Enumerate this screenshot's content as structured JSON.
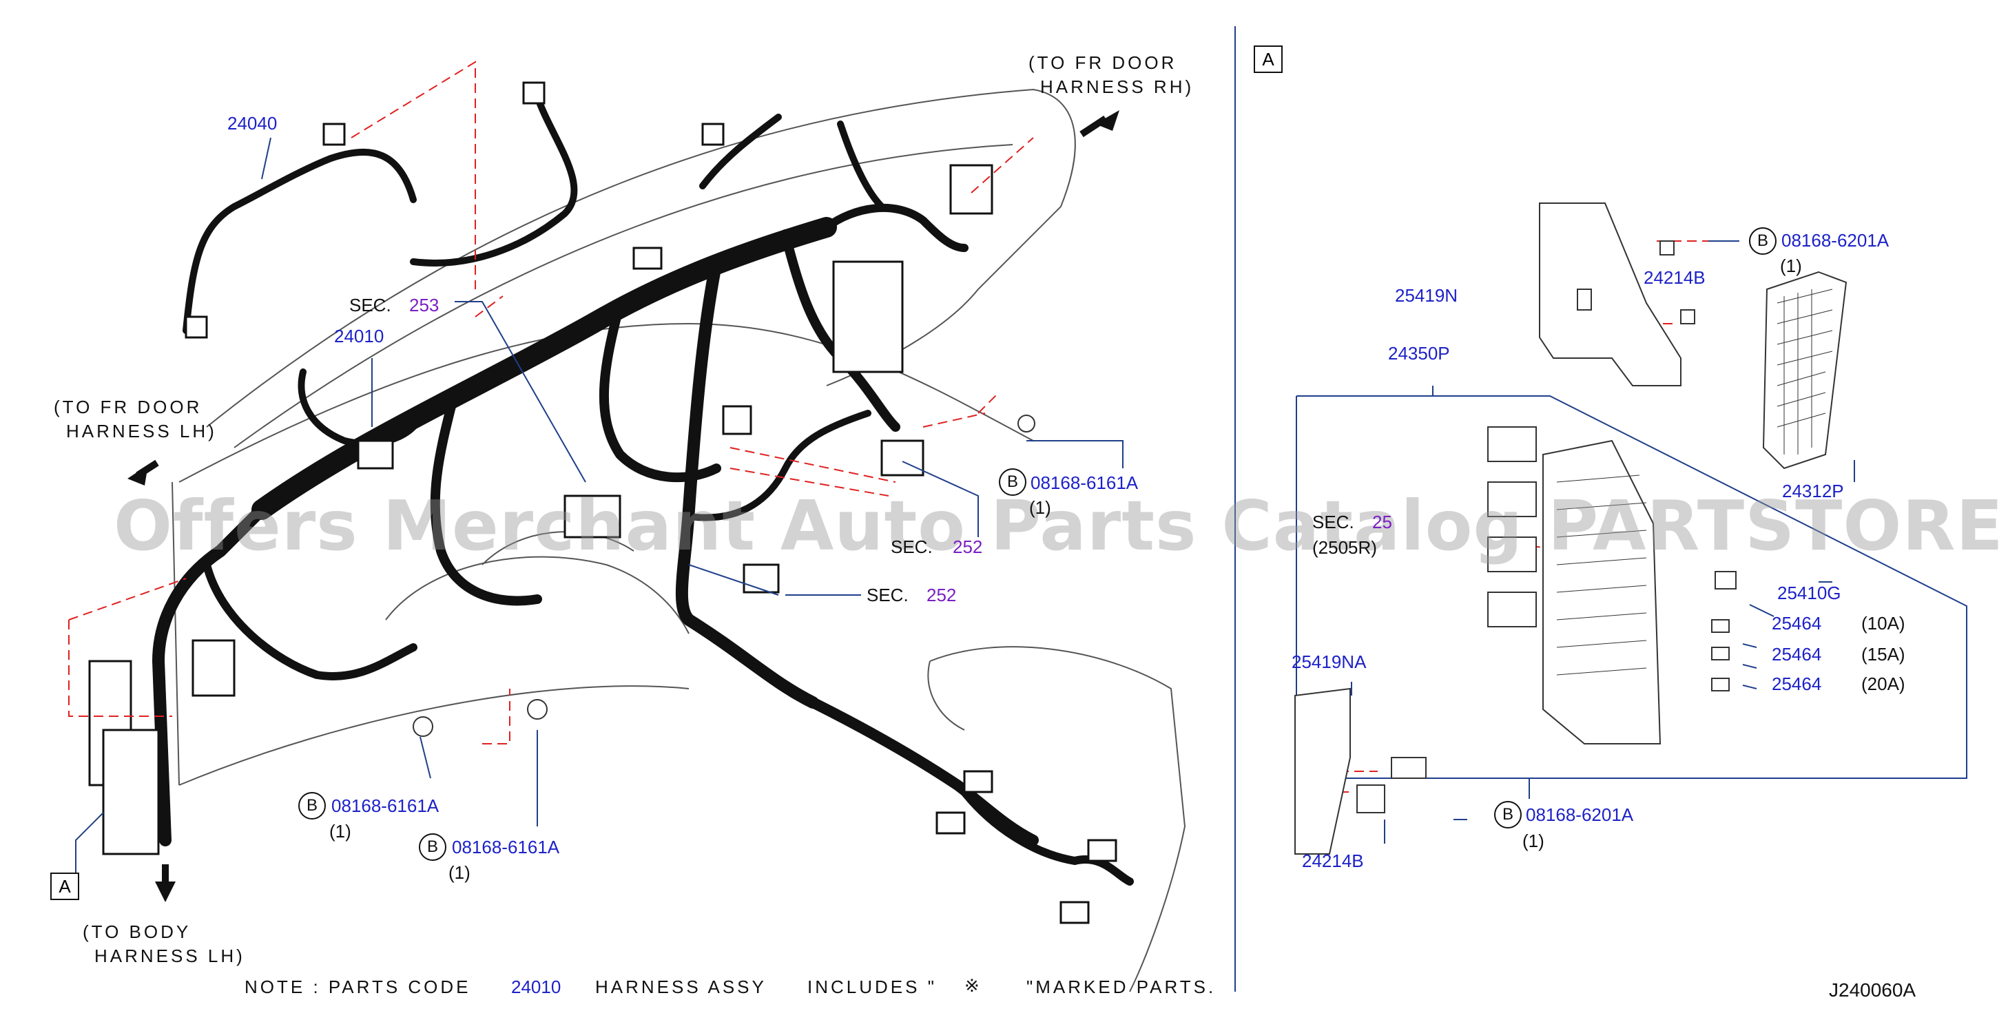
{
  "diagram_code": "J240060A",
  "watermark": "Offers Merchant Auto Parts Catalog PARTSTORE.SA",
  "directions": {
    "fr_door_rh": [
      "(TO  FR  DOOR",
      "HARNESS  RH)"
    ],
    "fr_door_lh": [
      "(TO  FR  DOOR",
      "HARNESS  LH)"
    ],
    "body": [
      "(TO  BODY",
      "HARNESS  LH)"
    ]
  },
  "view_marker": "A",
  "bolt_prefix": "B",
  "sec_word": "SEC.",
  "sec_refs": [
    {
      "label": "SEC.",
      "number": "253"
    },
    {
      "label": "SEC.",
      "number": "252"
    },
    {
      "label": "SEC.",
      "number": "252"
    },
    {
      "label": "SEC.",
      "number": "25"
    }
  ],
  "sec_partial_suffix": "(2505R)",
  "parts": {
    "p24040": "24040",
    "p24010": "24010",
    "p25419N": "25419N",
    "p24214B_top": "24214B",
    "p24350P": "24350P",
    "p24312P": "24312P",
    "p25410G": "25410G",
    "p25464_a": "25464",
    "p25464_b": "25464",
    "p25464_c": "25464",
    "p25419NA": "25419NA",
    "p24214B_bottom": "24214B"
  },
  "fuse_ratings": [
    "(10A)",
    "(15A)",
    "(20A)"
  ],
  "bolts": [
    {
      "part": "08168-6161A",
      "qty": "(1)"
    },
    {
      "part": "08168-6161A",
      "qty": "(1)"
    },
    {
      "part": "08168-6161A",
      "qty": "(1)"
    },
    {
      "part": "08168-6201A",
      "qty": "(1)"
    },
    {
      "part": "08168-6201A",
      "qty": "(1)"
    }
  ],
  "note": {
    "prefix": "NOTE  :  PARTS  CODE",
    "code": "24010",
    "middle": "HARNESS  ASSY",
    "includes": "INCLUDES  \"",
    "symbol": "※",
    "suffix": "\"MARKED  PARTS."
  },
  "colors": {
    "part_number": "#1d22c8",
    "section_number": "#7a1fc4",
    "leader_line": "#1f3f8a",
    "dashed_guide": "#e02020",
    "harness": "#111111"
  }
}
